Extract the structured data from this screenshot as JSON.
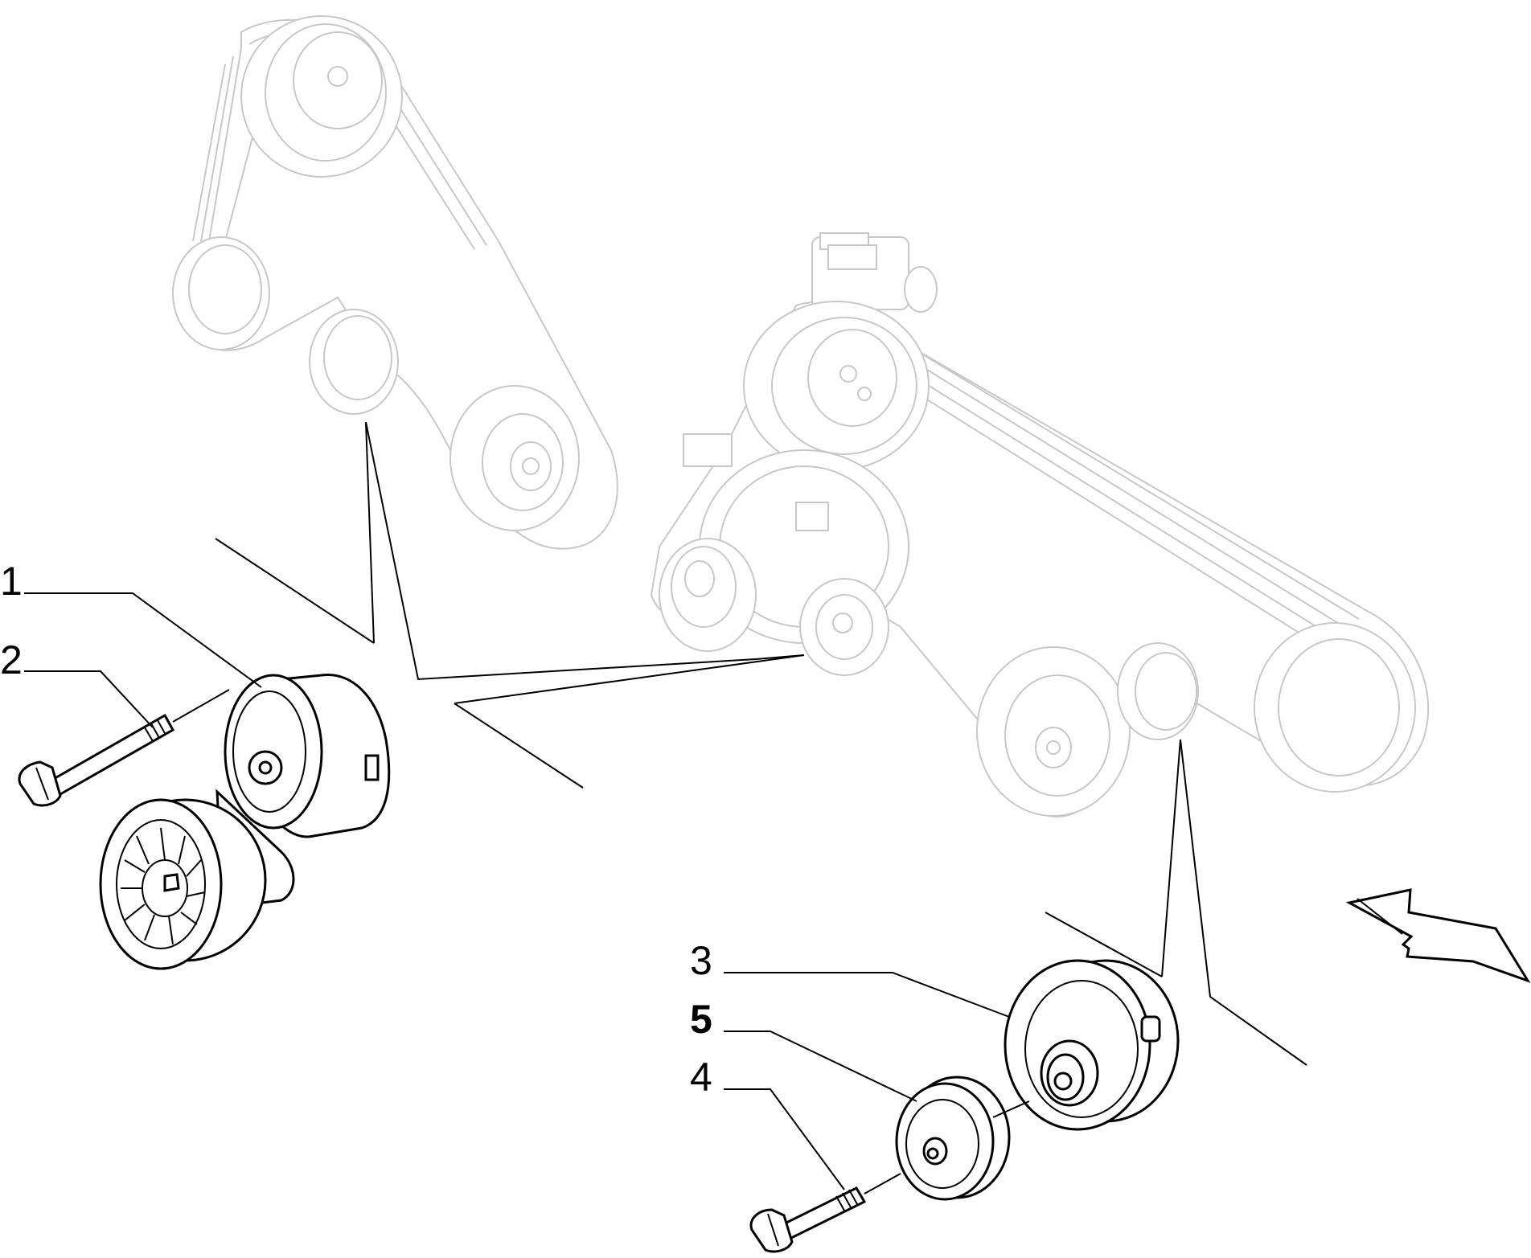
{
  "callouts": [
    {
      "id": "1",
      "label": "1"
    },
    {
      "id": "2",
      "label": "2"
    },
    {
      "id": "3",
      "label": "3"
    },
    {
      "id": "4",
      "label": "4"
    },
    {
      "id": "5",
      "label": "5",
      "bold": true
    }
  ],
  "colors": {
    "ghost": "#c8c8c8",
    "part": "#000000",
    "background": "#ffffff"
  },
  "icons": {
    "direction": "direction-arrow-icon"
  }
}
